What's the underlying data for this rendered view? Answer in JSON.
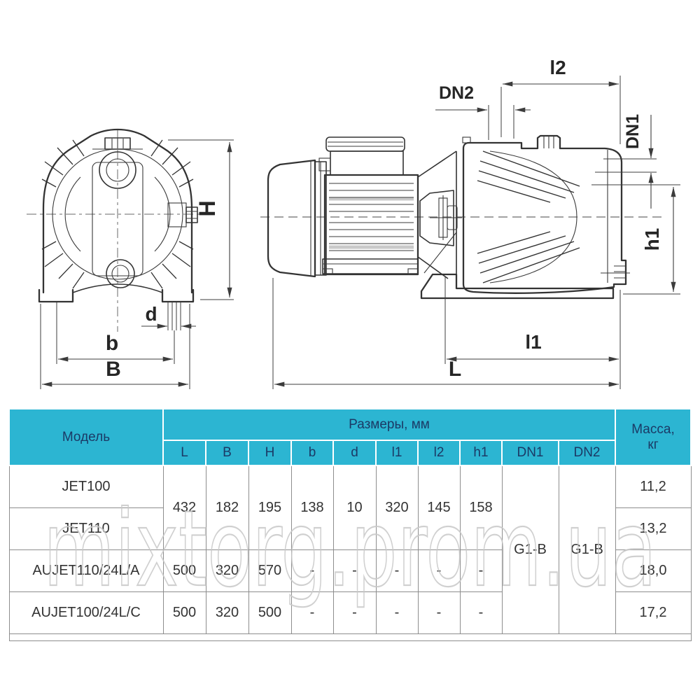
{
  "watermark": "mixtorg.prom.ua",
  "colors": {
    "header_bg": "#2cb5d2",
    "header_text": "#1b3a66",
    "bottom_bar": "#35b1c0",
    "body_text": "#333333",
    "grid_line": "#8d8d8d",
    "watermark_stroke": "#c8c8c8",
    "drawing_line": "#333333"
  },
  "drawing": {
    "labels": {
      "H": "H",
      "B": "B",
      "b": "b",
      "d": "d",
      "L": "L",
      "l1": "l1",
      "l2": "l2",
      "h1": "h1",
      "DN1": "DN1",
      "DN2": "DN2"
    }
  },
  "table": {
    "header": {
      "model": "Модель",
      "dims_group": "Размеры, мм",
      "mass_line1": "Масса,",
      "mass_line2": "кг",
      "dims": [
        "L",
        "B",
        "H",
        "b",
        "d",
        "l1",
        "l2",
        "h1",
        "DN1",
        "DN2"
      ]
    },
    "shared": {
      "jet_values": [
        "432",
        "182",
        "195",
        "138",
        "10",
        "320",
        "145",
        "158"
      ],
      "dn1": "G1-B",
      "dn2": "G1-B"
    },
    "rows": [
      {
        "model": "JET100",
        "mass": "11,2"
      },
      {
        "model": "JET110",
        "mass": "13,2"
      },
      {
        "model": "AUJET110/24L/A",
        "values": [
          "500",
          "320",
          "570",
          "-",
          "-",
          "-",
          "-",
          "-"
        ],
        "mass": "18,0"
      },
      {
        "model": "AUJET100/24L/C",
        "values": [
          "500",
          "320",
          "500",
          "-",
          "-",
          "-",
          "-",
          "-"
        ],
        "mass": "17,2"
      }
    ]
  }
}
